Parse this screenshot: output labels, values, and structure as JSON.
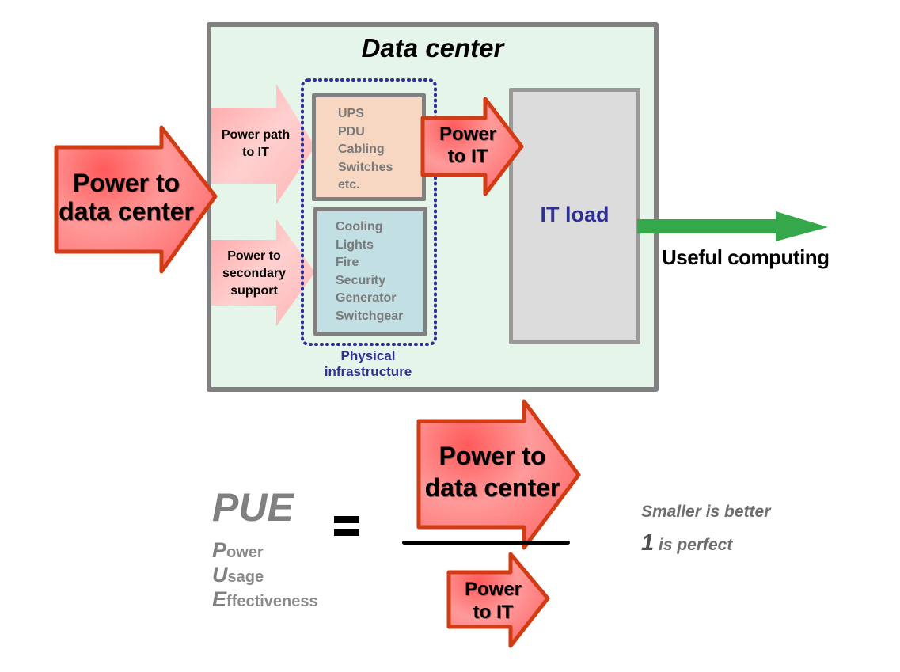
{
  "diagram": {
    "title": "Data center",
    "input_arrow": {
      "line1": "Power to",
      "line2": "data center"
    },
    "branch_arrows": [
      {
        "line1": "Power path",
        "line2": "to IT",
        "line3": ""
      },
      {
        "line1": "Power to",
        "line2": "secondary",
        "line3": "support"
      }
    ],
    "power_path_components": [
      "UPS",
      "PDU",
      "Cabling",
      "Switches",
      "etc."
    ],
    "secondary_components": [
      "Cooling",
      "Lights",
      "Fire",
      "Security",
      "Generator",
      "Switchgear"
    ],
    "physical_infrastructure_label": {
      "line1": "Physical",
      "line2": "infrastructure"
    },
    "power_to_it_arrow": {
      "line1": "Power",
      "line2": "to IT"
    },
    "it_load_label": "IT load",
    "output_label": "Useful computing"
  },
  "formula": {
    "acronym": "PUE",
    "expansion": [
      {
        "initial": "P",
        "rest": "ower"
      },
      {
        "initial": "U",
        "rest": "sage"
      },
      {
        "initial": "E",
        "rest": "ffectiveness"
      }
    ],
    "numerator": {
      "line1": "Power to",
      "line2": "data center"
    },
    "denominator": {
      "line1": "Power",
      "line2": "to IT"
    },
    "notes": {
      "line1": "Smaller is better",
      "line2_number": "1",
      "line2_text": "is perfect"
    }
  },
  "colors": {
    "arrow_border": "#d23c14",
    "arrow_fill": "#ff8c8c",
    "branch_arrow_fill": "#ffc6c6",
    "output_arrow": "#34a84a",
    "accent_blue": "#2e3192"
  }
}
